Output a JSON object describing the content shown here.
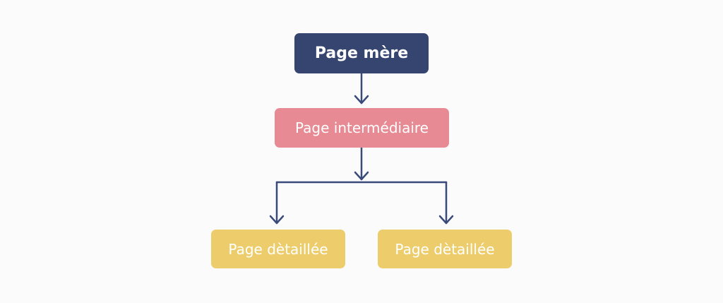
{
  "diagram": {
    "root": {
      "label": "Page mère"
    },
    "middle": {
      "label": "Page intermédiaire"
    },
    "children": [
      {
        "label": "Page dètaillée"
      },
      {
        "label": "Page dètaillée"
      }
    ]
  },
  "colors": {
    "background": "#fbfbfc",
    "root_fill": "#35456f",
    "middle_fill": "#e78a93",
    "child_fill": "#edcd6b",
    "connector": "#3a4b7a"
  }
}
